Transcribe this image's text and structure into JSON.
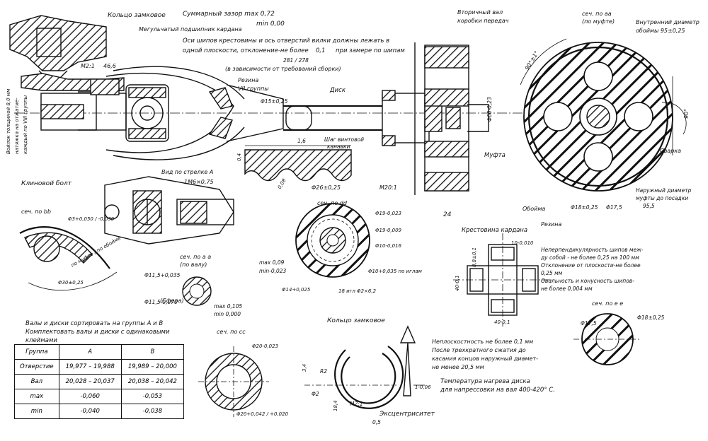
{
  "title_labels": {
    "lock_ring_top": "Кольцо замковое",
    "total_gap": "Суммарный зазор max 0,72",
    "total_gap_min": "min 0,00",
    "felt_seal": "Мегульчатый подшипник кардана",
    "axes_note_1": "Оси шипов крестовины и ось отверстий вилки должны лежать в",
    "axes_note_2": "одной плоскости, отклонение-не более",
    "axes_dev": "0,1",
    "axes_dev_tail": "при замере по шипам",
    "axes_vals": "281 / 278",
    "assembly_note": "(в зависимости от требований сборки)",
    "secondary_shaft_1": "Вторичный вал",
    "secondary_shaft_2": "коробки передач",
    "rubber": "Резина",
    "rubber_group": "VII группы",
    "disk": "Диск",
    "coupling": "Муфта",
    "sec_aa_top": "сеч. по аа",
    "sec_aa_top_2": "(по муфте)",
    "inner_diam_1": "Внутренний диаметр",
    "inner_diam_2": "обоймы 95±0,25",
    "weld": "Сварка",
    "outer_diam_1": "Наружный диаметр",
    "outer_diam_2": "муфты до посадки",
    "outer_diam_3": "95,5",
    "cage": "Обойма",
    "rubber_2": "Резина",
    "felt_left": "Войлок толщиной 8,0 мм",
    "felt_left_2": "натяжка на отжатие-",
    "felt_left_3": "каждый по VIII группы",
    "key_bolt": "Клиновой болт",
    "view_a": "Вид по стрелке А",
    "thread": "1М6×0,75",
    "helical_step_1": "Шаг винтовой",
    "helical_step_2": "канавки",
    "sec_bb": "сеч. по bb",
    "sec_dd": "сеч. по dd",
    "sec_aa_shaft": "сеч. по а а",
    "sec_aa_shaft_2": "(по валу)",
    "sphere": "(Сфера)",
    "cross": "Крестовина кардана",
    "perp_note_1": "Неперпендикулярность шипов меж-",
    "perp_note_2": "ду собой - не более 0,25 на 100 мм",
    "perp_note_3": "Отклонение от плоскости-не более",
    "perp_note_4": "0,25 мм",
    "perp_note_5": "Овальность и конусность шипов-",
    "perp_note_6": "не более 0,004 мм",
    "sec_ee": "сеч. по е е",
    "sort_note_1": "Валы и диски сортировать на группы А и В",
    "sort_note_2": "Комплектовать валы и диски с одинаковыми",
    "sort_note_3": "клеймами",
    "sec_cc": "сеч. по сс",
    "lock_ring_bottom": "Кольцо замковое",
    "flatness_1": "Неплоскостность не более 0,1 мм",
    "flatness_2": "После трехкратного сжатия до",
    "flatness_3": "касания концов наружный диамет-",
    "flatness_4": "не менее 20,5 мм",
    "temp_1": "Температура нагрева диска",
    "temp_2": "для напрессовки на вал 400-420° С.",
    "eccentricity": "Эксцентриситет"
  },
  "dimensions": {
    "m2_1": "М2:1",
    "d46": "46,6",
    "d15": "Φ15±0,25",
    "d60": "Φ60-0,23",
    "d26": "Φ26±0,25",
    "m20_1": "М20:1",
    "d16": "1,6",
    "d04": "0,4",
    "d008": "0,08",
    "d24": "24",
    "ang90_a": "90°±1°",
    "ang90_b": "90°",
    "d18_cage": "Φ18±0,25",
    "d175_cage": "Φ17,5",
    "d3_bb": "Φ3+0,050 / -0,030",
    "d30_bb": "Φ30±0,25",
    "bb_note": "по муфте / по обойме",
    "d19_dd": "Φ19-0,023",
    "d19_dd_b": "Φ19-0,009",
    "d10_dd": "Φ10-0,016",
    "d10_needles": "Φ10+0,035 по иглам",
    "d14_dd": "Φ14+0,025",
    "needles": "18 игл Φ2×6,2",
    "max_009": "max 0,09",
    "min_0023": "min-0,023",
    "d115_top": "Φ11,5+0,035",
    "d115_bot": "Φ11,5-0,070",
    "max_0105": "max 0,105",
    "min_0000": "min 0,000",
    "d10_cross": "10-0,010",
    "d88_cross": "8,8±0,1",
    "d40_cross": "40-0,1",
    "d40_cross_b": "40-0,1",
    "d175_ee": "Φ17,5",
    "d18_ee": "Φ18±0,25",
    "d20_cc": "Φ20-0,023",
    "d20_cc_b": "Φ20+0,042 / +0,020",
    "r2": "R2",
    "d2": "Φ2",
    "d184": "18,4",
    "m2_ring": "М2:1",
    "d05": "0,5",
    "d1_06": "1-0,06",
    "d34": "3,4"
  },
  "groups_table": {
    "header": [
      "Группа",
      "А",
      "В"
    ],
    "rows": [
      [
        "Отверстие",
        "19,977 – 19,988",
        "19,989 – 20,000"
      ],
      [
        "Вал",
        "20,028 – 20,037",
        "20,038 – 20,042"
      ],
      [
        "max",
        "-0,060",
        "-0,053"
      ],
      [
        "min",
        "-0,040",
        "-0,038"
      ]
    ]
  }
}
